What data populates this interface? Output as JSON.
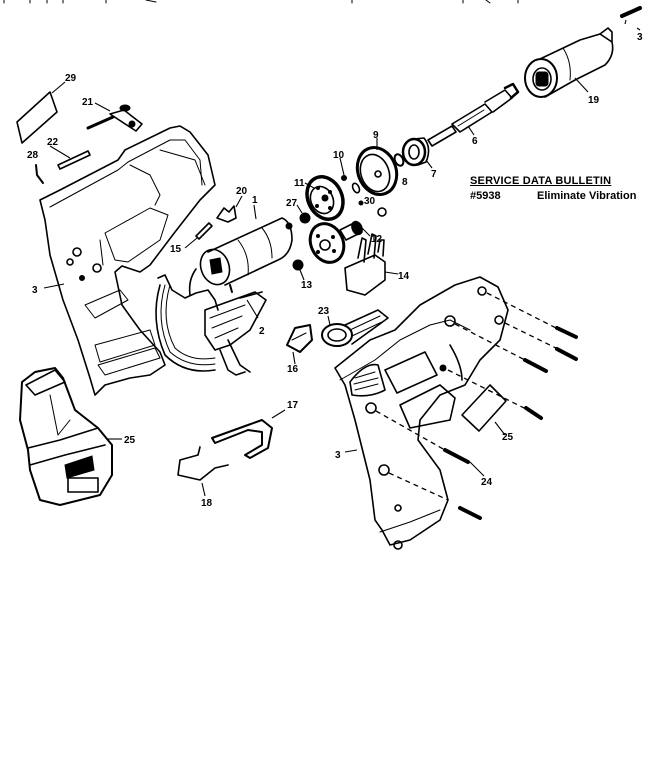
{
  "diagram": {
    "subject": "Cordless drill exploded parts view",
    "callouts": [
      {
        "id": "c1",
        "label": "1"
      },
      {
        "id": "c2",
        "label": "2"
      },
      {
        "id": "c3a",
        "label": "3"
      },
      {
        "id": "c3b",
        "label": "3"
      },
      {
        "id": "c3c",
        "label": "3"
      },
      {
        "id": "c6",
        "label": "6"
      },
      {
        "id": "c7",
        "label": "7"
      },
      {
        "id": "c8",
        "label": "8"
      },
      {
        "id": "c9",
        "label": "9"
      },
      {
        "id": "c10",
        "label": "10"
      },
      {
        "id": "c11",
        "label": "11"
      },
      {
        "id": "c12",
        "label": "12"
      },
      {
        "id": "c13",
        "label": "13"
      },
      {
        "id": "c14",
        "label": "14"
      },
      {
        "id": "c15",
        "label": "15"
      },
      {
        "id": "c16",
        "label": "16"
      },
      {
        "id": "c17",
        "label": "17"
      },
      {
        "id": "c18",
        "label": "18"
      },
      {
        "id": "c19",
        "label": "19"
      },
      {
        "id": "c20",
        "label": "20"
      },
      {
        "id": "c21",
        "label": "21"
      },
      {
        "id": "c22",
        "label": "22"
      },
      {
        "id": "c23",
        "label": "23"
      },
      {
        "id": "c24",
        "label": "24"
      },
      {
        "id": "c25a",
        "label": "25"
      },
      {
        "id": "c25b",
        "label": "25"
      },
      {
        "id": "c27",
        "label": "27"
      },
      {
        "id": "c28",
        "label": "28"
      },
      {
        "id": "c29",
        "label": "29"
      },
      {
        "id": "c30",
        "label": "30"
      }
    ]
  },
  "bulletin": {
    "title": "SERVICE DATA BULLETIN",
    "number": "#5938",
    "description": "Eliminate Vibration"
  }
}
